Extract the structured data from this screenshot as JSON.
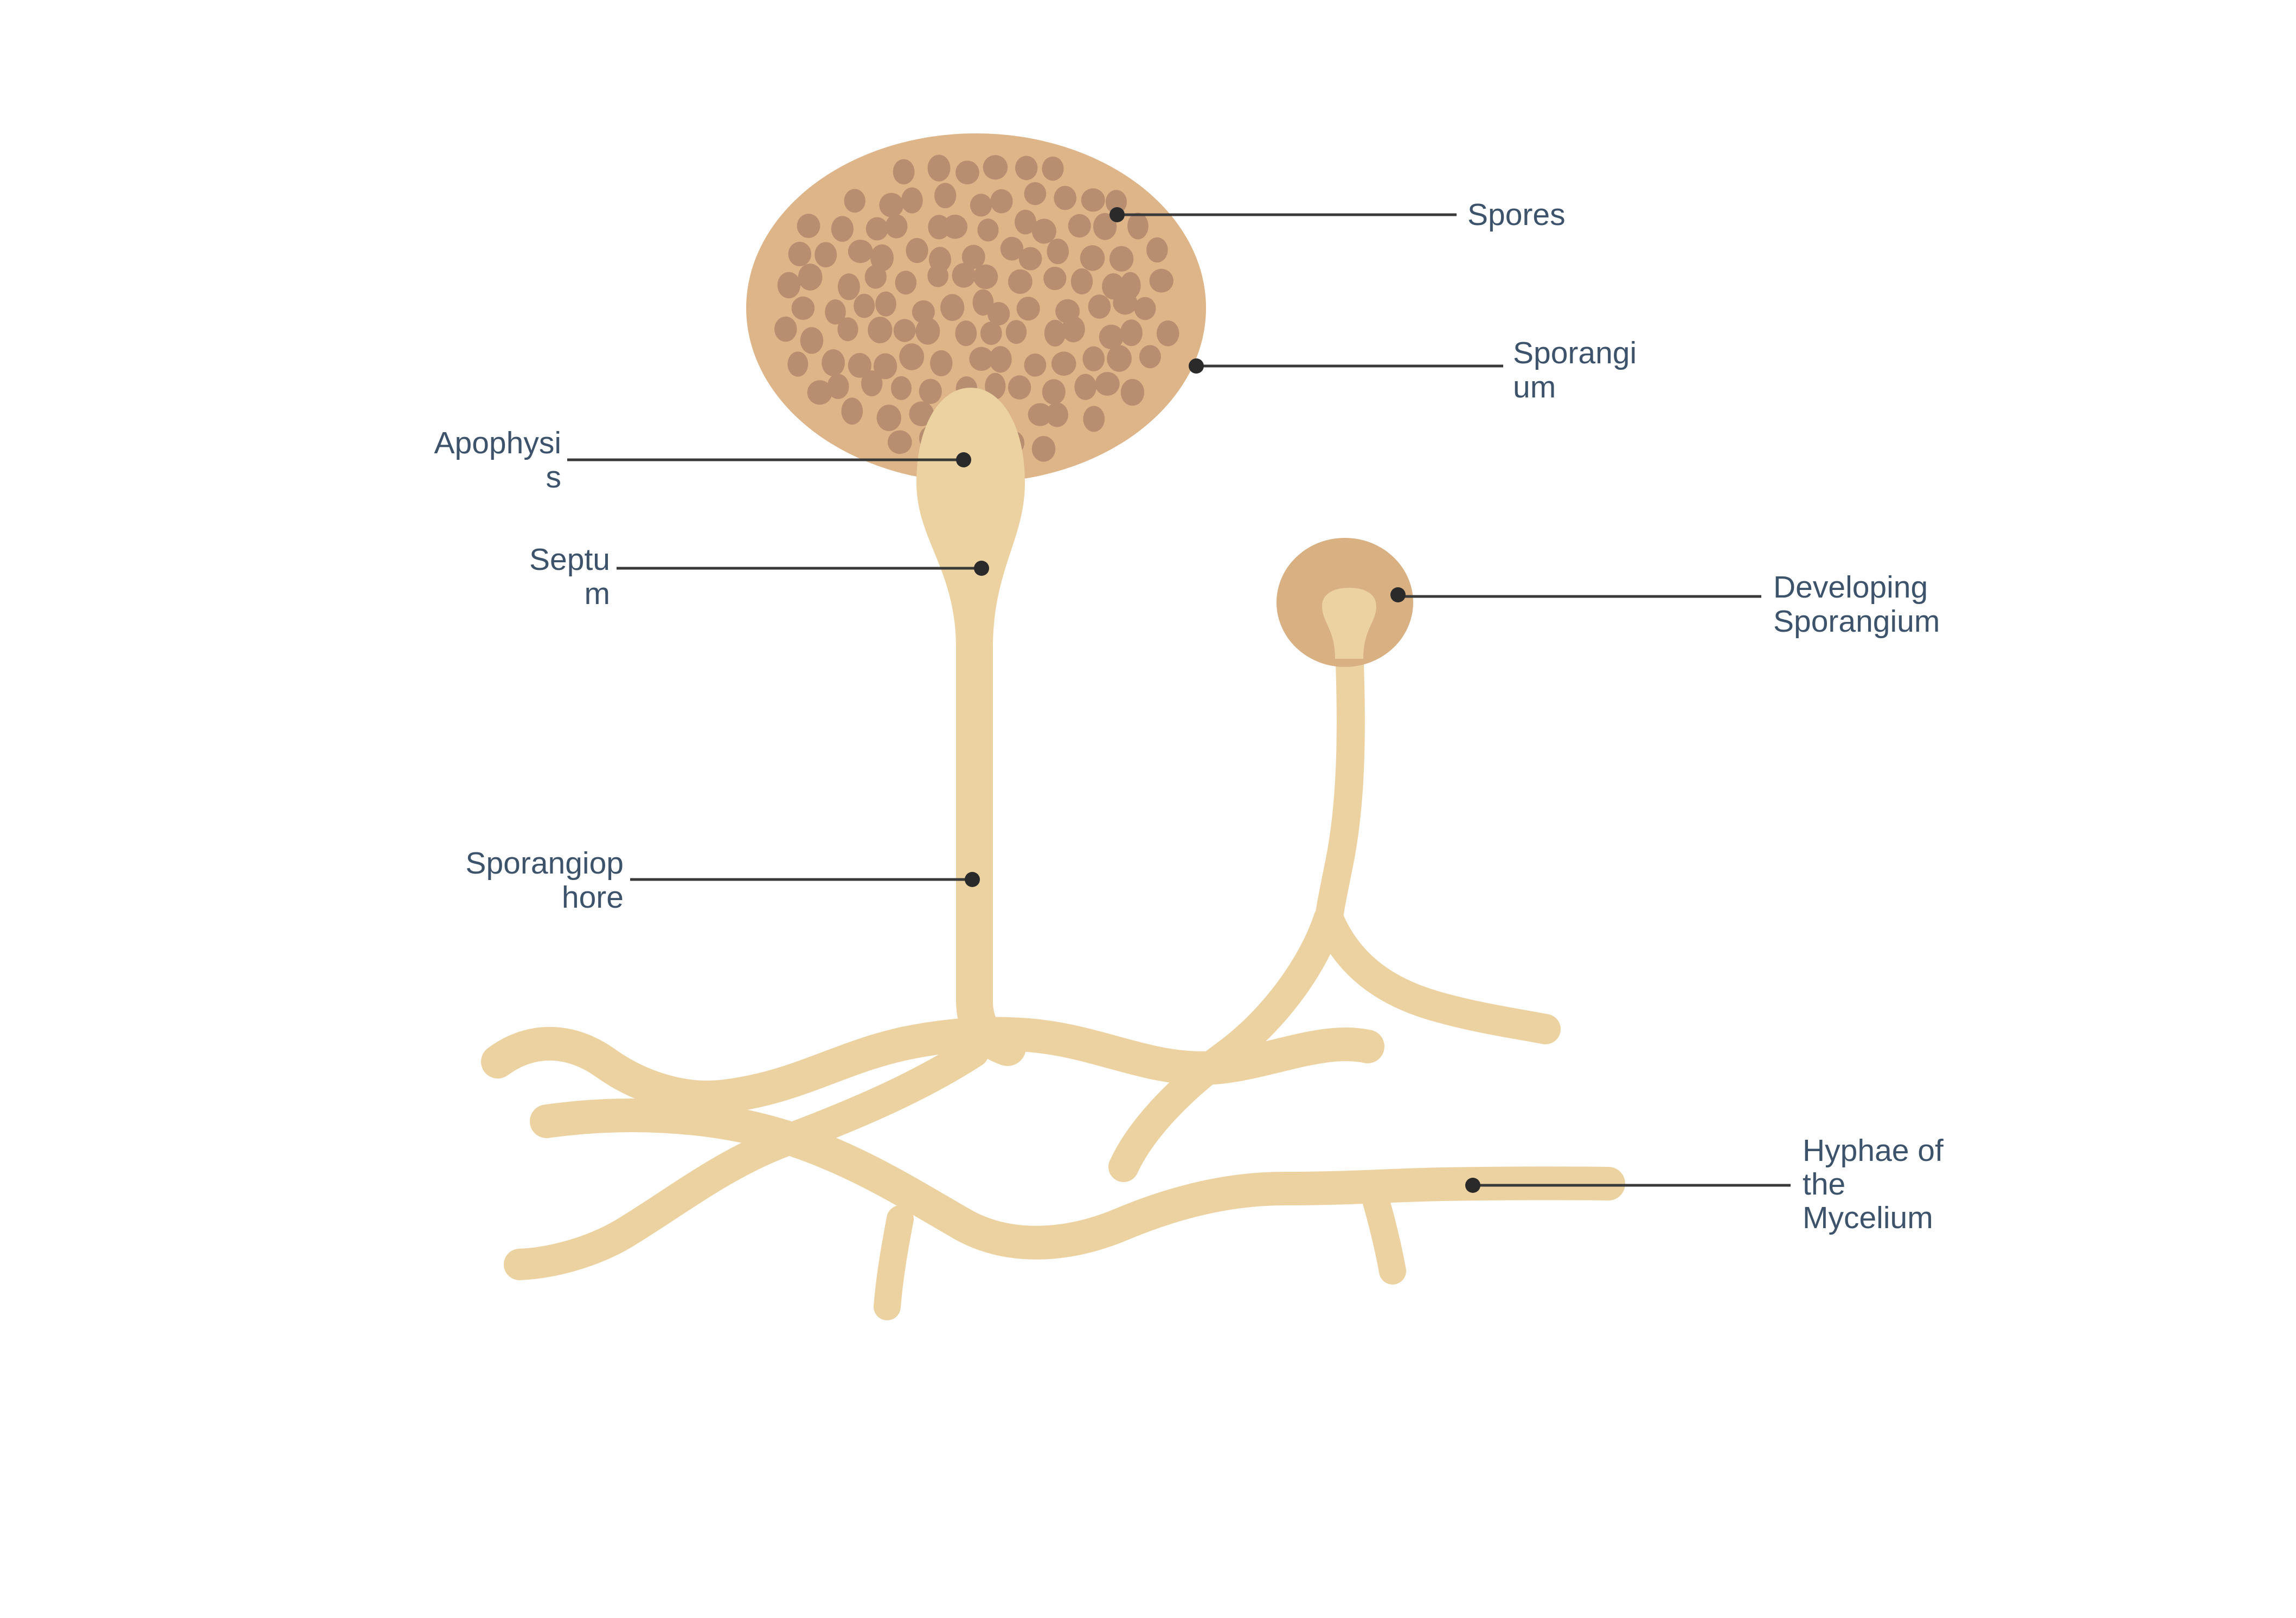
{
  "labels": {
    "spores": {
      "lines": [
        "Spores"
      ]
    },
    "sporangium": {
      "lines": [
        "Sporangi",
        "um"
      ]
    },
    "apophysis": {
      "lines": [
        "Apophysi",
        "s"
      ]
    },
    "septum": {
      "lines": [
        "Septu",
        "m"
      ]
    },
    "developing_sporangium": {
      "lines": [
        "Developing",
        "Sporangium"
      ]
    },
    "sporangiophore": {
      "lines": [
        "Sporangiop",
        "hore"
      ]
    },
    "hyphae_of_mycelium": {
      "lines": [
        "Hyphae of",
        "the",
        "Mycelium"
      ]
    }
  },
  "colors": {
    "background": "#ffffff",
    "hypha": "#ecd2a0",
    "sporangium_fill": "#ddb588",
    "spore": "#b78e70",
    "developing_sporangium_fill": "#d8b082",
    "leader_line": "#3a3a3a",
    "anchor_dot": "#2a2a2a",
    "label_text": "#3c536b"
  }
}
